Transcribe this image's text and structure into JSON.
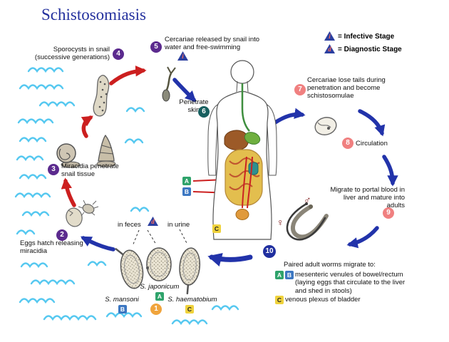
{
  "title": "Schistosomiasis",
  "legend": {
    "infective": {
      "symbol": "i",
      "label": "= Infective Stage"
    },
    "diagnostic": {
      "symbol": "d",
      "label": "= Diagnostic Stage"
    }
  },
  "steps": {
    "s1": {
      "num": "1"
    },
    "s2": {
      "num": "2",
      "text": "Eggs hatch releasing miracidia"
    },
    "s3": {
      "num": "3",
      "text": "Miracidia penetrate snail tissue"
    },
    "s4": {
      "num": "4",
      "text": "Sporocysts in snail (successive generations)"
    },
    "s5": {
      "num": "5",
      "text": "Cercariae released by snail into water and free-swimming"
    },
    "s6": {
      "num": "6",
      "text": "Penetrate skin"
    },
    "s7": {
      "num": "7",
      "text": "Cercariae lose tails during penetration and become schistosomulae"
    },
    "s8": {
      "num": "8",
      "text": "Circulation"
    },
    "s9": {
      "num": "9",
      "text": "Migrate to portal blood in liver and mature into adults"
    },
    "s10": {
      "num": "10",
      "text": "Paired adult worms migrate to:"
    }
  },
  "migration": {
    "ab_text": "mesenteric venules of bowel/rectum (laying eggs that circulate to the liver and shed in stools)",
    "c_text": "venous plexus of bladder"
  },
  "routes": {
    "feces": "in feces",
    "urine": "in urine"
  },
  "species": {
    "mansoni": "S. mansoni",
    "japonicum": "S. japonicum",
    "haematobium": "S. haematobium"
  },
  "badges": {
    "a": "A",
    "b": "B",
    "c": "C"
  },
  "adult_worms": {
    "male_symbol": "♂",
    "female_symbol": "♀"
  },
  "colors": {
    "title": "#24319E",
    "step_purple": "#5B2A8E",
    "step_teal": "#175F5F",
    "step_pink": "#F08080",
    "step_navy": "#202F9F",
    "step_orange": "#F0A43C",
    "badge_a": "#2FA36B",
    "badge_b": "#3C77C2",
    "badge_c": "#EFD23C",
    "arrow_red": "#CC1F1F",
    "arrow_blue": "#2233AA",
    "water_wave": "#55C8F0",
    "triangle": "#2B3FA0",
    "triangle_letter": "#FF6B5A"
  }
}
